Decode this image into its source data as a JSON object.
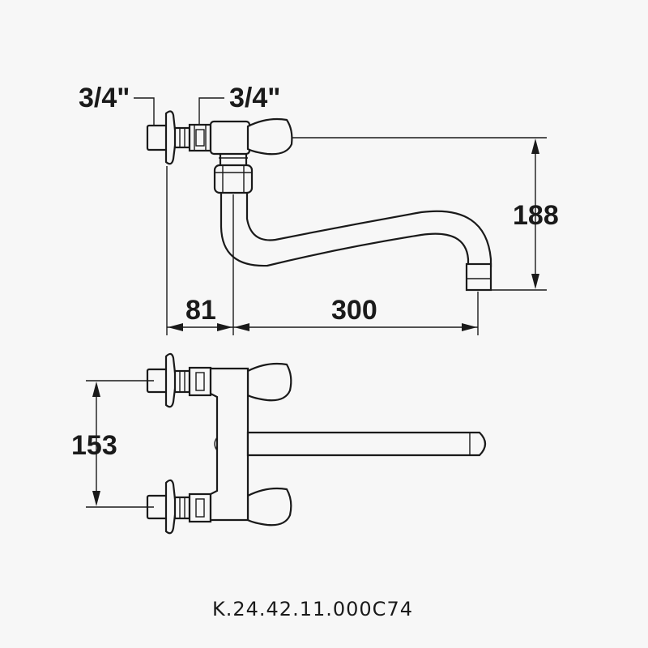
{
  "labels": {
    "thread_left": "3/4\"",
    "thread_right": "3/4\"",
    "dim_height": "188",
    "dim_offset": "81",
    "dim_reach": "300",
    "dim_spacing": "153",
    "product_code": "K.24.42.11.000C74"
  },
  "colors": {
    "ink": "#1a1a1a",
    "paper": "#f7f7f7"
  }
}
